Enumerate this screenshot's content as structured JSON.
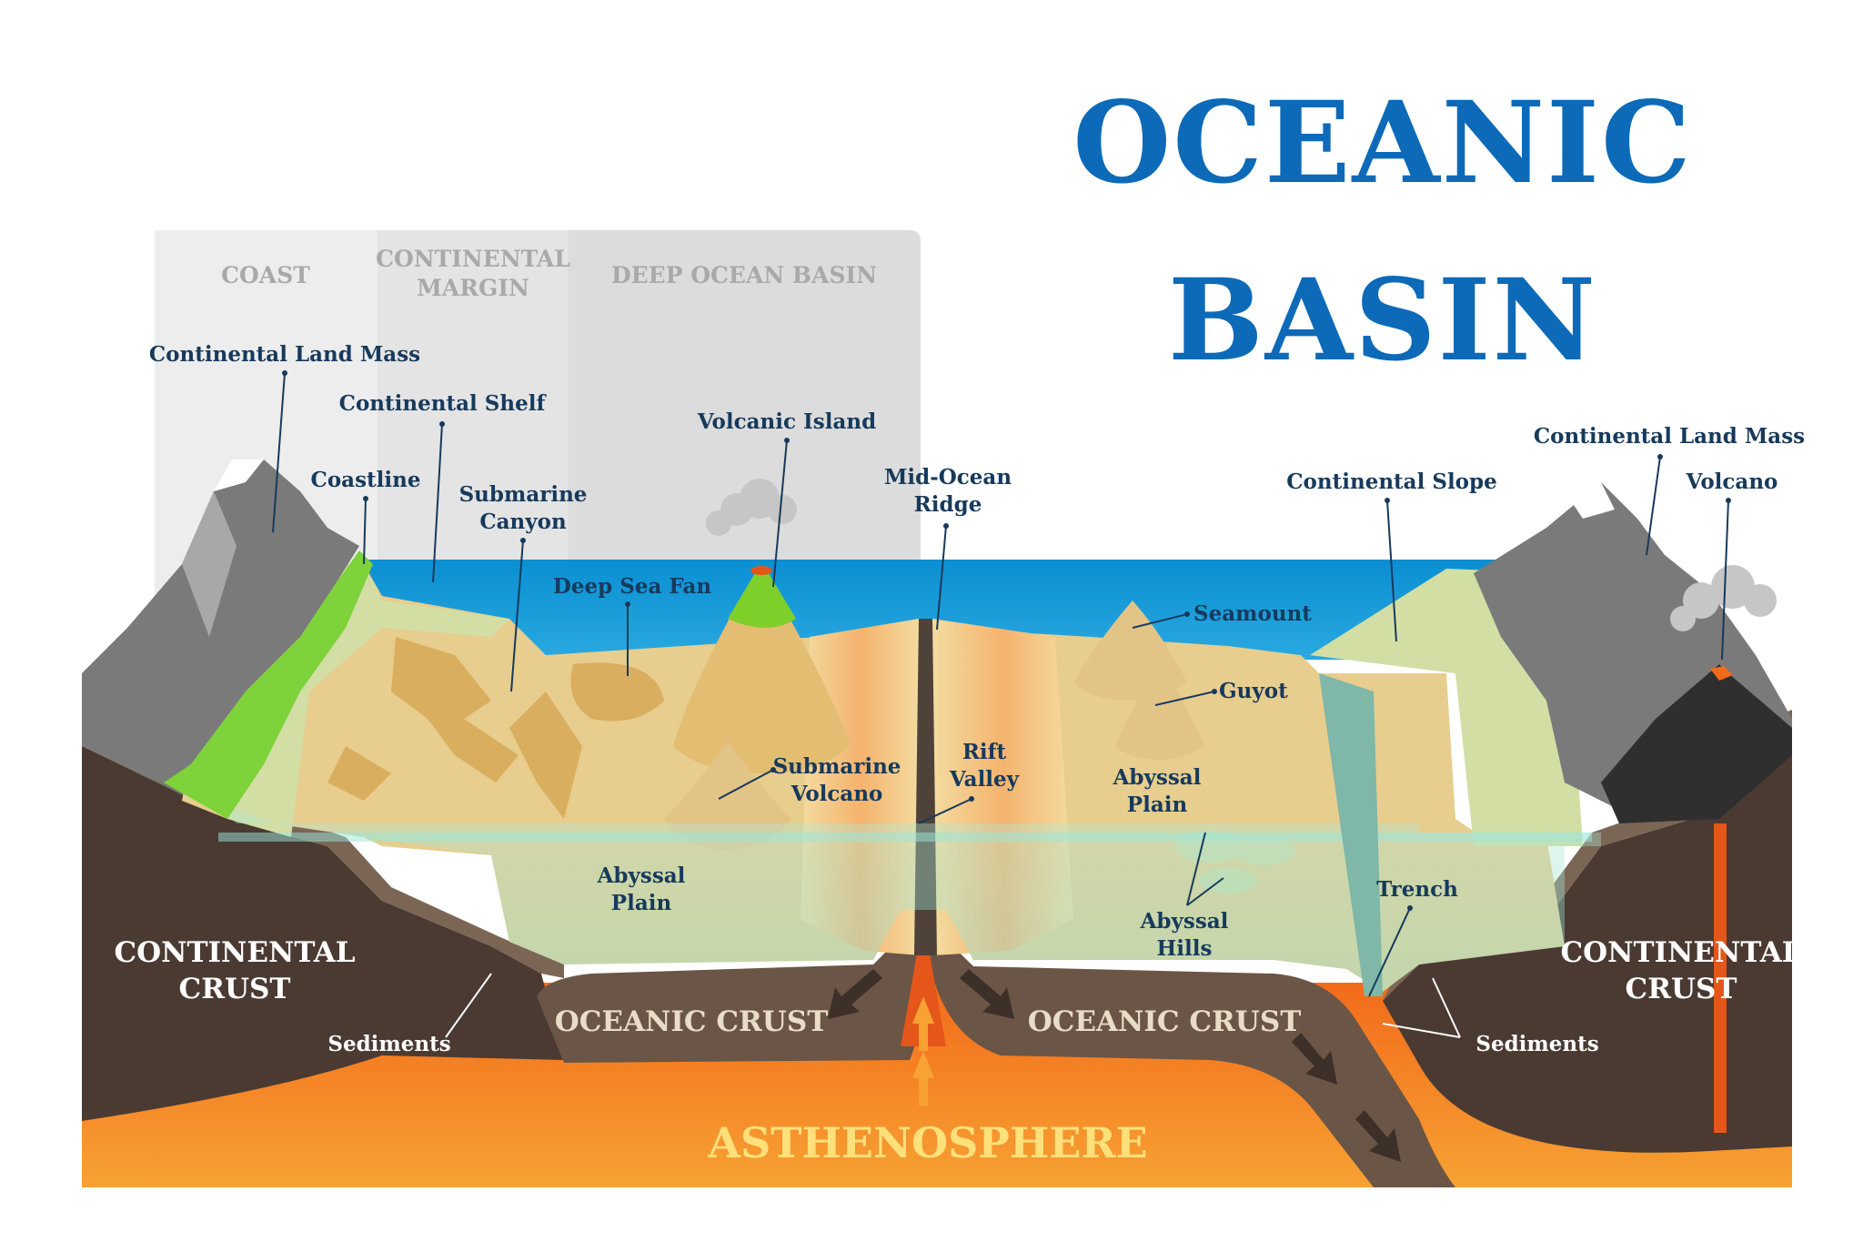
{
  "title": {
    "line1": "OCEANIC",
    "line2": "BASIN"
  },
  "zones": {
    "coast": "COAST",
    "margin_1": "CONTINENTAL",
    "margin_2": "MARGIN",
    "deep": "DEEP OCEAN BASIN"
  },
  "labels": {
    "continental_land_mass_left": "Continental Land Mass",
    "continental_shelf": "Continental Shelf",
    "coastline": "Coastline",
    "submarine_canyon_1": "Submarine",
    "submarine_canyon_2": "Canyon",
    "volcanic_island": "Volcanic Island",
    "deep_sea_fan": "Deep Sea Fan",
    "mid_ocean_ridge_1": "Mid-Ocean",
    "mid_ocean_ridge_2": "Ridge",
    "submarine_volcano_1": "Submarine",
    "submarine_volcano_2": "Volcano",
    "rift_valley_1": "Rift",
    "rift_valley_2": "Valley",
    "abyssal_plain_left_1": "Abyssal",
    "abyssal_plain_left_2": "Plain",
    "seamount": "Seamount",
    "guyot": "Guyot",
    "abyssal_plain_right_1": "Abyssal",
    "abyssal_plain_right_2": "Plain",
    "abyssal_hills_1": "Abyssal",
    "abyssal_hills_2": "Hills",
    "continental_slope": "Continental Slope",
    "continental_land_mass_right": "Continental Land Mass",
    "volcano": "Volcano",
    "trench": "Trench"
  },
  "layers": {
    "continental_crust_left_1": "CONTINENTAL",
    "continental_crust_left_2": "CRUST",
    "continental_crust_right_1": "CONTINENTAL",
    "continental_crust_right_2": "CRUST",
    "oceanic_crust_left": "OCEANIC CRUST",
    "oceanic_crust_right": "OCEANIC CRUST",
    "sediments_left": "Sediments",
    "sediments_right": "Sediments",
    "asthenosphere": "ASTHENOSPHERE"
  },
  "colors": {
    "title": "#0d6ab8",
    "sea": "#0a92d4",
    "shelf": "#cfdca0",
    "seafloor": "#e3c98a",
    "crust": "#6b5546",
    "asthenosphere": "#f07a1e",
    "label": "#173a5c"
  }
}
